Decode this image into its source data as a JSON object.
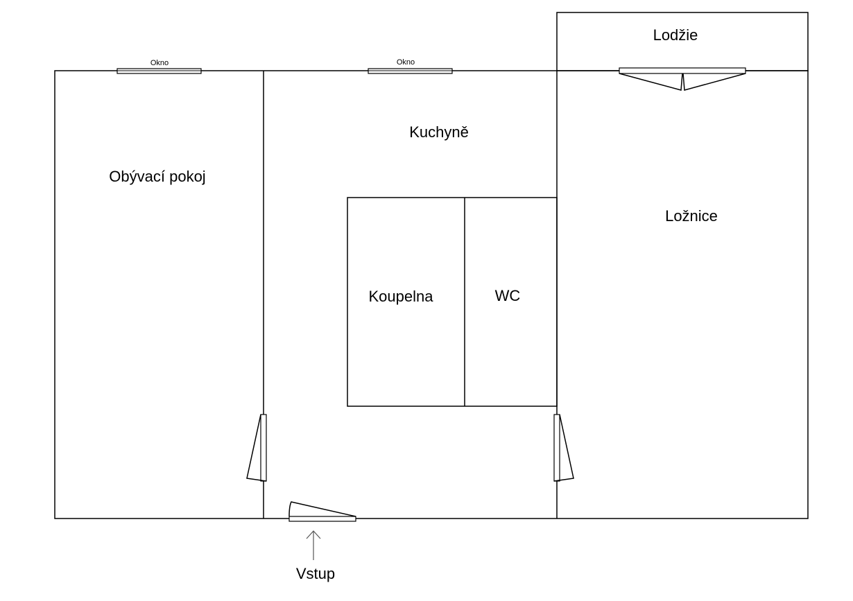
{
  "rooms": {
    "living": "Obývací pokoj",
    "kitchen": "Kuchyně",
    "bathroom": "Koupelna",
    "wc": "WC",
    "bedroom": "Ložnice",
    "loggia": "Lodžie"
  },
  "windows": [
    "Okno",
    "Okno"
  ],
  "entrance": "Vstup"
}
